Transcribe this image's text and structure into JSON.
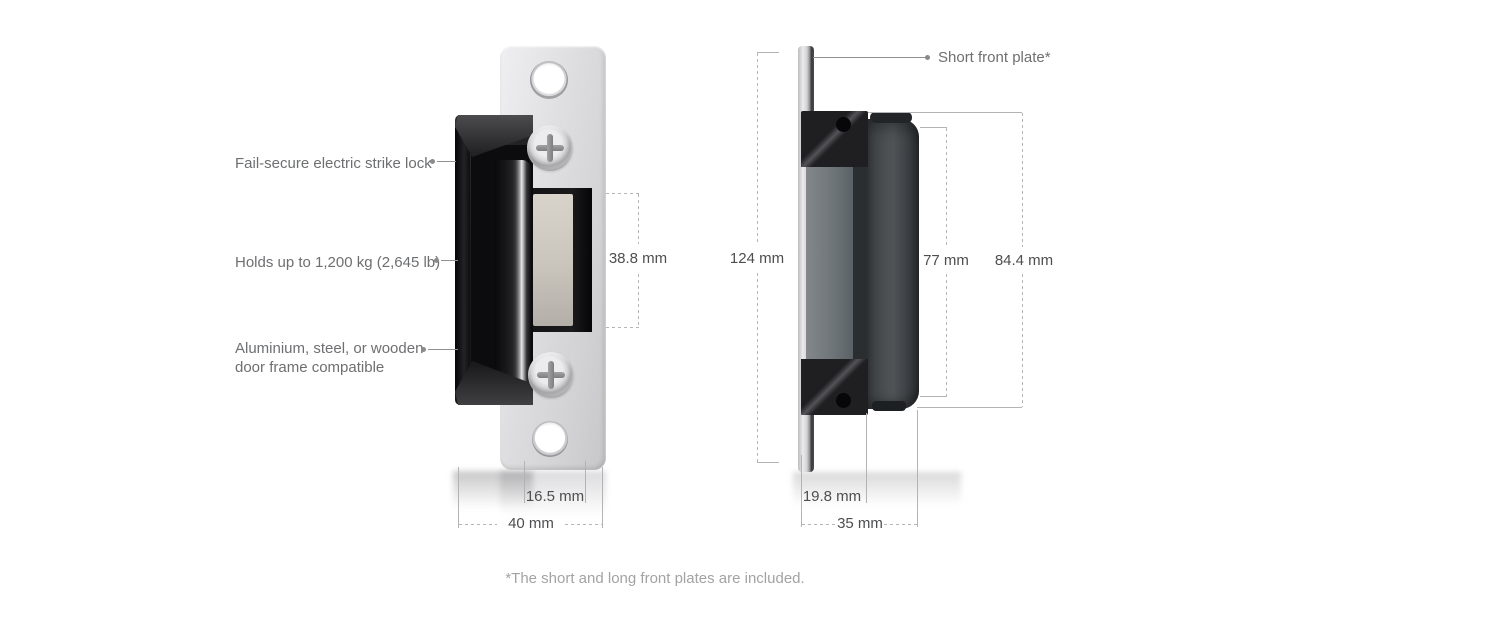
{
  "front_view": {
    "callouts": {
      "lock_type": "Fail-secure electric strike lock",
      "holding_force": "Holds up to 1,200 kg (2,645 lb)",
      "compatibility": "Aluminium, steel, or wooden door frame compatible"
    },
    "dimensions": {
      "latch_height": "38.8 mm",
      "latch_width": "16.5 mm",
      "plate_width": "40 mm"
    }
  },
  "side_view": {
    "callouts": {
      "front_plate": "Short front plate*"
    },
    "dimensions": {
      "plate_height": "124 mm",
      "body_height": "77 mm",
      "overall_height": "84.4 mm",
      "plate_depth": "19.8 mm",
      "overall_depth": "35 mm"
    }
  },
  "footnote": "*The short and long front plates are included.",
  "colors": {
    "background": "#ffffff",
    "callout_text": "#6e6f71",
    "dimension_text": "#4d4e50",
    "footnote_text": "#a3a3a5",
    "dimension_line": "#b3b3b6",
    "plate_silver": "#d7d7d9",
    "strike_body_black": "#1d1d1f",
    "housing_gray": "#6e7478",
    "keeper_beige": "#c9c5bd"
  }
}
